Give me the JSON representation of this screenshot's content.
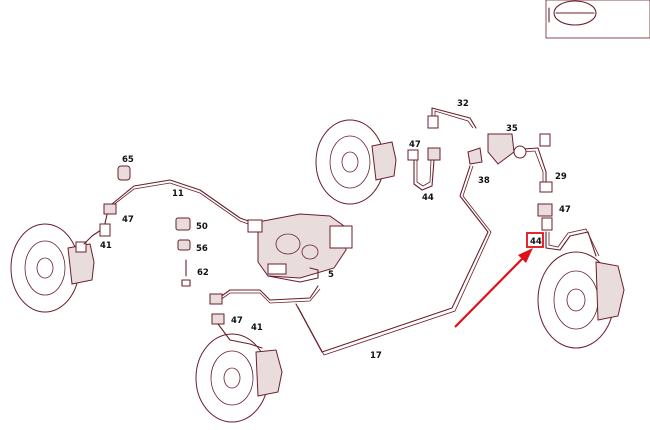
{
  "highlight_color": "#e0101a",
  "line_color": "#6a1f2b",
  "highlighted_callout": "44",
  "callouts": {
    "c65": "65",
    "c11": "11",
    "c47_left": "47",
    "c41_left": "41",
    "c50": "50",
    "c56": "56",
    "c62": "62",
    "c5": "5",
    "c47_bl": "47",
    "c41_bl": "41",
    "c17": "17",
    "c32": "32",
    "c47_top": "47",
    "c44_top": "44",
    "c35": "35",
    "c38": "38",
    "c29": "29",
    "c47_right": "47",
    "c44_right": "44"
  }
}
